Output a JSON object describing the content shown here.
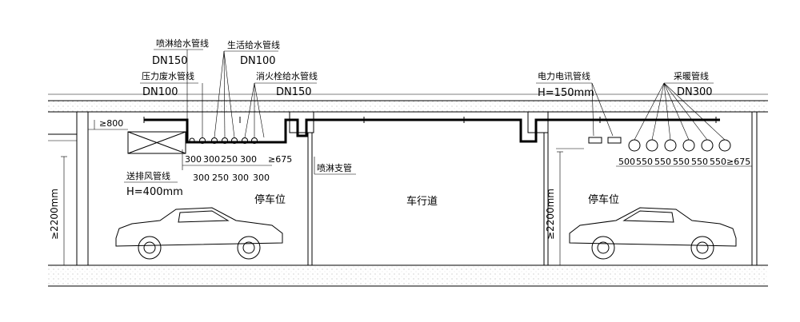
{
  "labels": {
    "spray_pipe": "喷淋给水管线",
    "spray_dn": "DN150",
    "domestic_pipe": "生活给水管线",
    "domestic_dn": "DN100",
    "pressure_waste_pipe": "压力废水管线",
    "pressure_waste_dn": "DN100",
    "hydrant_pipe": "消火栓给水管线",
    "hydrant_dn": "DN150",
    "power_pipe": "电力电讯管线",
    "power_h": "H=150mm",
    "heating_pipe": "采暖管线",
    "heating_dn": "DN300",
    "exhaust_duct": "送排风管线",
    "exhaust_h": "H=400mm",
    "spray_branch": "喷淋支管",
    "parking_left": "停车位",
    "driveway": "车行道",
    "parking_right": "停车位",
    "height_left": "≥2200mm",
    "height_right": "≥2200mm",
    "gap_800": "≥800"
  },
  "dims_upper": [
    "300",
    "300",
    "250",
    "300",
    "≥675"
  ],
  "dims_lower": [
    "300",
    "250",
    "300",
    "300"
  ],
  "dims_right": [
    "500",
    "550",
    "550",
    "550",
    "550",
    "550",
    "≥675"
  ]
}
